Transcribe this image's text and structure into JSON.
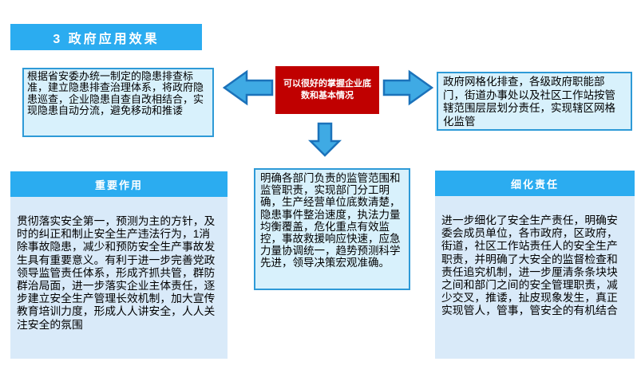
{
  "banner": {
    "label": "3  政府应用效果"
  },
  "boxes": {
    "top_left": {
      "text": "根据省安委办统一制定的隐患排查标准，建立隐患排查治理体系，将政府隐患巡查，企业隐患自查自改相结合，实现隐患自动分流，避免移动和推诿"
    },
    "center": {
      "text": "可以很好的掌握企业底数和基本情况"
    },
    "top_right": {
      "text": "政府网格化排查，各级政府职能部门，街道办事处以及社区工作站按管辖范围层层划分责任，实现辖区网格化监管"
    },
    "middle": {
      "text": "明确各部门负责的监管范围和监管职责，实现部门分工明确，生产经营单位底数清楚，隐患事件整治速度，执法力量均衡覆盖，危化重点有效监控，事故救援响应快速，应急力量协调统一，趋势预测科学先进，领导决策宏观准确。"
    }
  },
  "panels": {
    "left": {
      "header": "重要作用",
      "body": "贯彻落实安全第一，预测为主的方针，及时的纠正和制止安全生产违法行为，1消除事故隐患，减少和预防安全生产事故发生具有重要意义。有利于进一步完善党政领导监管责任体系，形成齐抓共管，群防群治局面，进一步落实企业主体责任，逐步建立安全生产管理长效机制，加大宣传教育培训力度，形成人人讲安全，人人关注安全的氛围"
    },
    "right": {
      "header": "细化责任",
      "body": "进一步细化了安全生产责任，明确安委会成员单位，各市政府，区政府，街道，社区工作站责任人的安全生产职责，并明确了大安全的监督检查和责任追究机制，进一步厘清条条块块之间和部门之间的安全管理职责，减少交叉，推诿，扯皮现象发生，真正实现管人，管事，管安全的有机结合"
    }
  },
  "icons": {
    "arrow_left": "block-arrow-left",
    "arrow_right": "block-arrow-right",
    "arrow_down": "block-arrow-down"
  },
  "colors": {
    "accent_cyan": "#2BACF0",
    "box_background": "#D8F1FC",
    "box_border": "#2E9AD7",
    "panel_body_background": "#D9EAF9",
    "highlight_red": "#C00000",
    "arrow_fill": "#3FAAE4",
    "arrow_border": "#1B72BA",
    "text": "#000000",
    "inverse_text": "#FFFFFF"
  }
}
